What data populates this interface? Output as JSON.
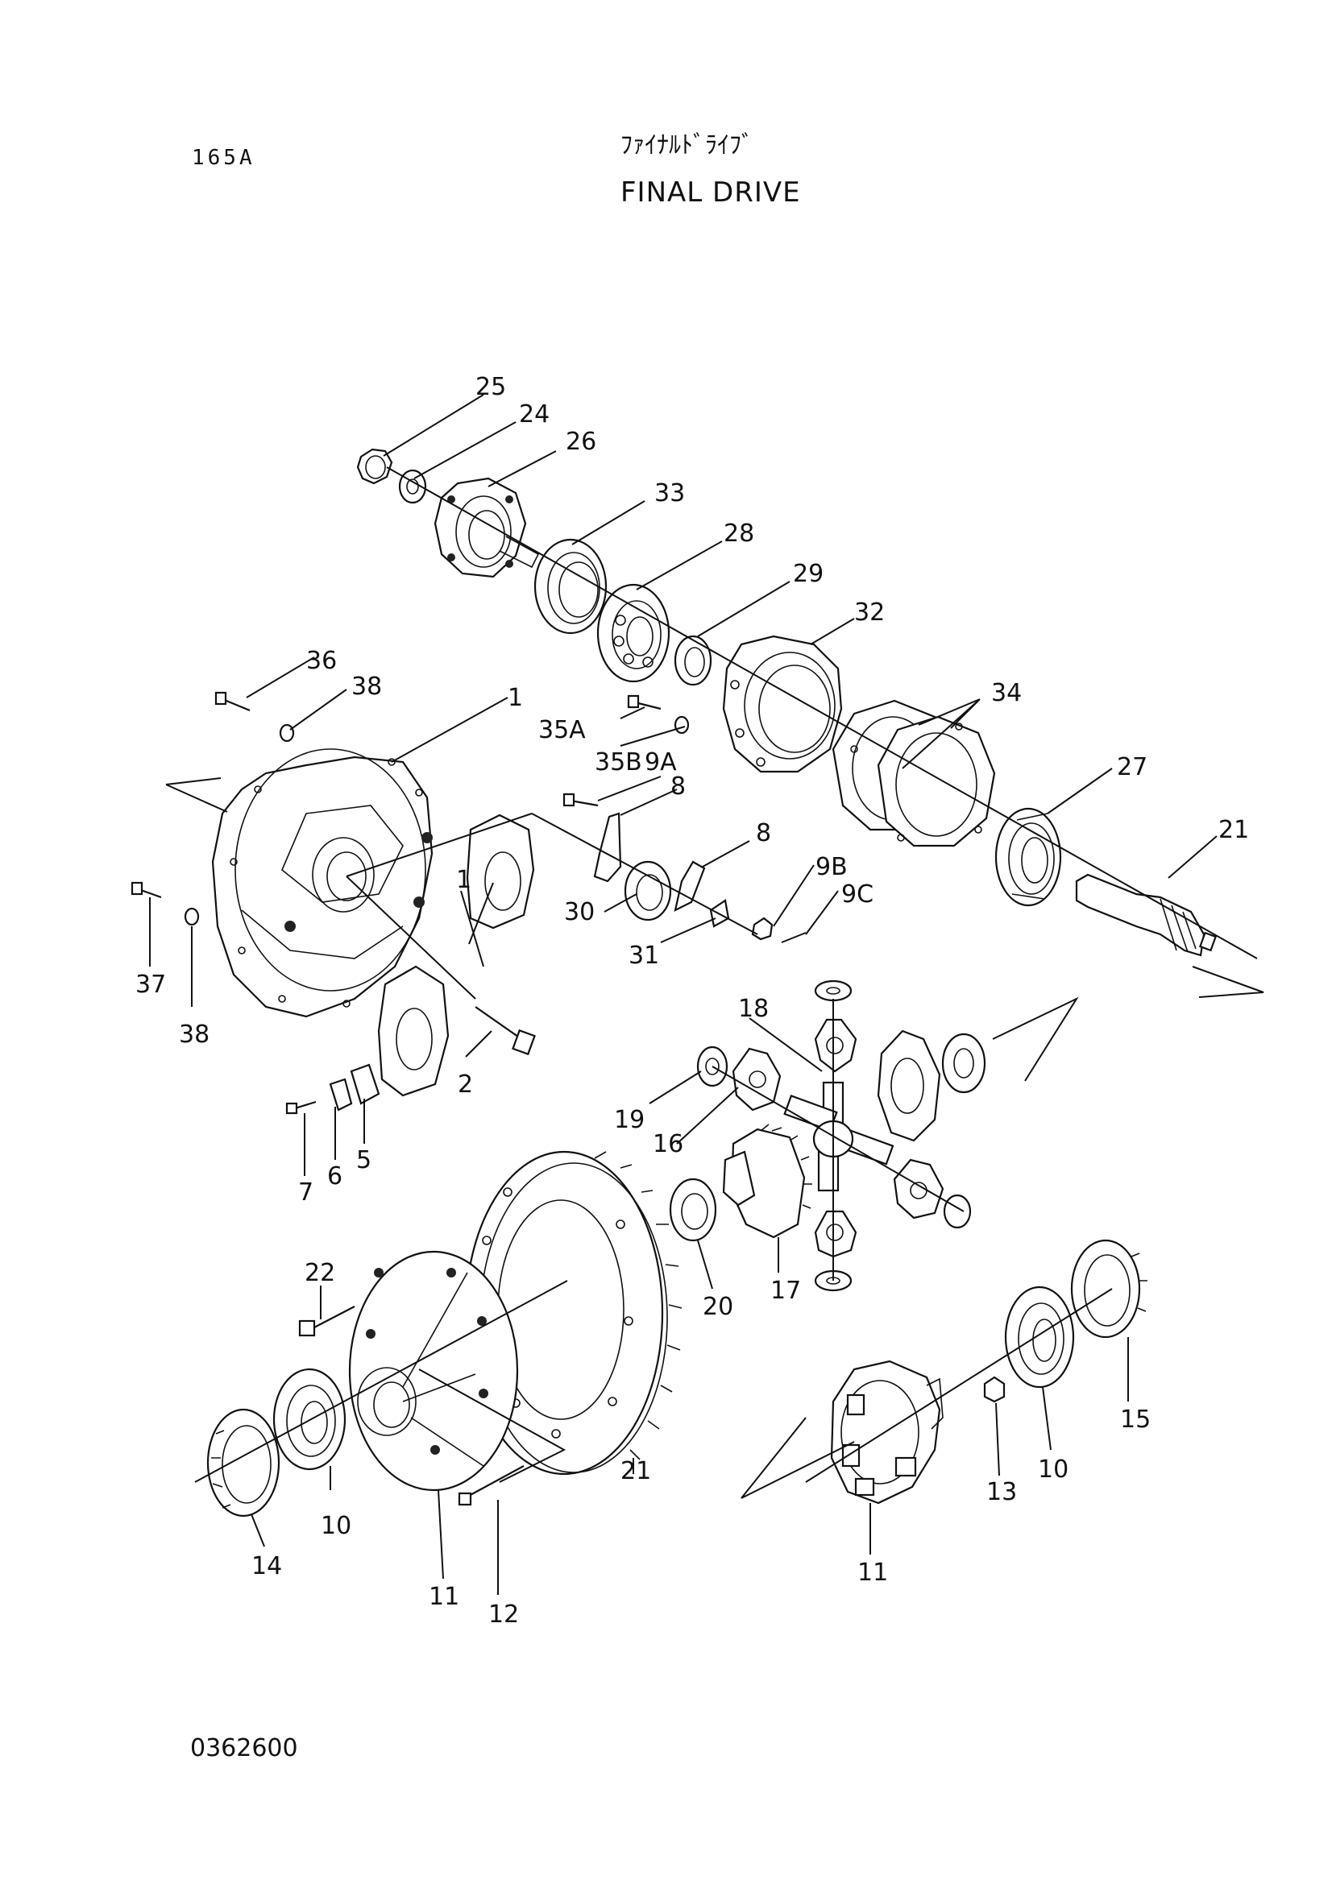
{
  "header": {
    "page_code": "165A",
    "title_jp": "ﾌｧｲﾅﾙﾄﾞﾗｲﾌﾞ",
    "title_en": "FINAL DRIVE"
  },
  "footer": {
    "drawing_number": "0362600"
  },
  "callouts": {
    "c25": "25",
    "c24": "24",
    "c26": "26",
    "c33": "33",
    "c28": "28",
    "c29": "29",
    "c32": "32",
    "c34": "34",
    "c27": "27",
    "c21a": "21",
    "c36": "36",
    "c38a": "38",
    "c1a": "1",
    "c35a": "35A",
    "c35b": "35B",
    "c9a": "9A",
    "c8a": "8",
    "c8b": "8",
    "c9b": "9B",
    "c9c": "9C",
    "c30": "30",
    "c31": "31",
    "c1b": "1",
    "c37": "37",
    "c38b": "38",
    "c2": "2",
    "c7": "7",
    "c6": "6",
    "c5": "5",
    "c18": "18",
    "c19": "19",
    "c16": "16",
    "c17": "17",
    "c20": "20",
    "c22": "22",
    "c21b": "21",
    "c10a": "10",
    "c14": "14",
    "c11a": "11",
    "c12": "12",
    "c15": "15",
    "c10b": "10",
    "c13": "13",
    "c11b": "11"
  }
}
